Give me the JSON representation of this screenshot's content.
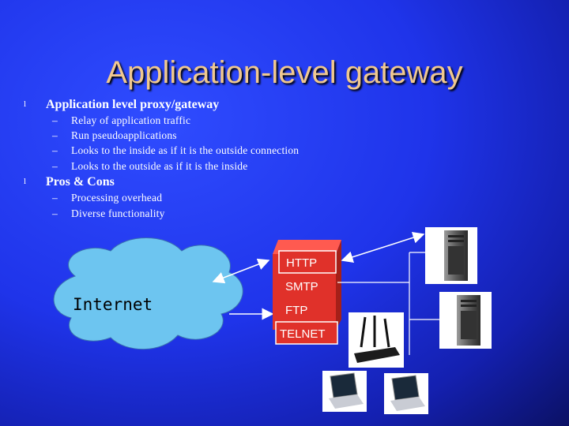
{
  "slide": {
    "title": "Application-level gateway",
    "bullets": [
      {
        "mark": "l",
        "text": "Application level proxy/gateway",
        "sub": [
          "Relay of application traffic",
          "Run pseudoapplications",
          "Looks to the inside as if it is the outside connection",
          "Looks to the outside as if it is the inside"
        ]
      },
      {
        "mark": "l",
        "text": "Pros & Cons",
        "sub": [
          "Processing overhead",
          "Diverse functionality"
        ]
      }
    ],
    "dash": "–"
  },
  "diagram": {
    "cloud_label": "Internet",
    "protocols": [
      "HTTP",
      "SMTP",
      "FTP",
      "TELNET"
    ],
    "colors": {
      "cloud": "#6dc5f0",
      "gateway": "#e0312a",
      "gateway_border": "#ffffff",
      "line": "#ffffff"
    },
    "icons": [
      "server-icon",
      "server-icon",
      "wireless-router-icon",
      "laptop-icon",
      "laptop-icon"
    ]
  }
}
